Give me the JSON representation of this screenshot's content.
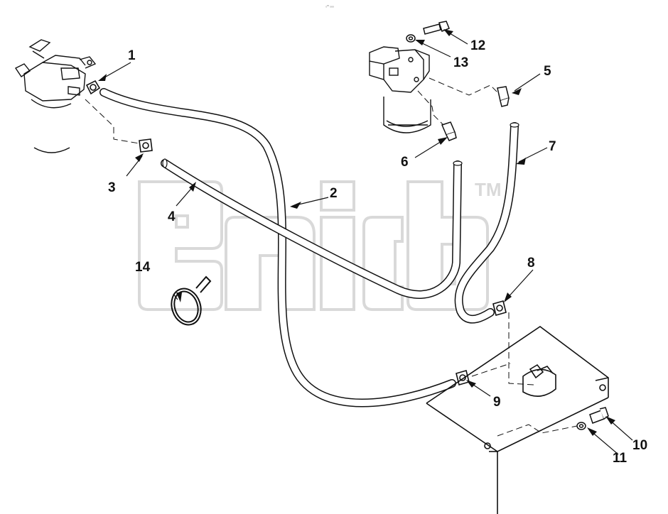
{
  "header_mark": "₀ᵐ ₒₒₒ",
  "watermark": {
    "trademark": "TM"
  },
  "callouts": [
    {
      "id": "1",
      "label": "1"
    },
    {
      "id": "2",
      "label": "2"
    },
    {
      "id": "3",
      "label": "3"
    },
    {
      "id": "4",
      "label": "4"
    },
    {
      "id": "5",
      "label": "5"
    },
    {
      "id": "6",
      "label": "6"
    },
    {
      "id": "7",
      "label": "7"
    },
    {
      "id": "8",
      "label": "8"
    },
    {
      "id": "9",
      "label": "9"
    },
    {
      "id": "10",
      "label": "10"
    },
    {
      "id": "11",
      "label": "11"
    },
    {
      "id": "12",
      "label": "12"
    },
    {
      "id": "13",
      "label": "13"
    },
    {
      "id": "14",
      "label": "14"
    }
  ],
  "colors": {
    "line": "#111111",
    "watermark": "#d9d9d9",
    "background": "#ffffff"
  }
}
